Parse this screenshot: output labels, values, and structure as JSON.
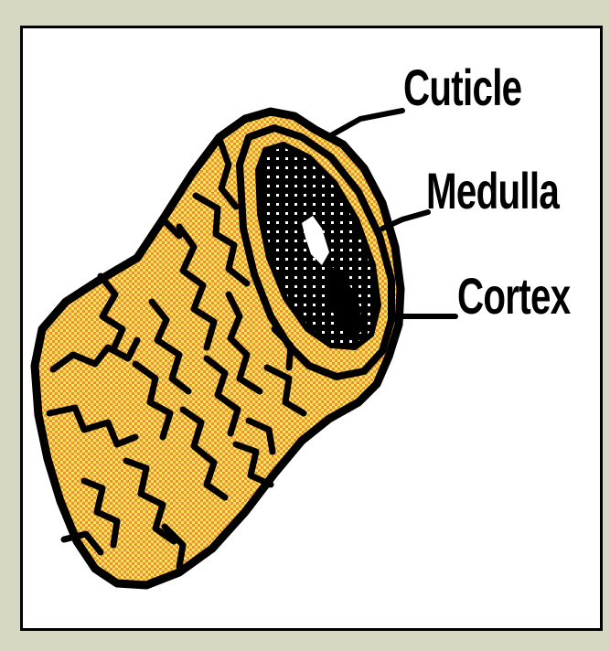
{
  "diagram": {
    "labels": {
      "cuticle": "Cuticle",
      "medulla": "Medulla",
      "cortex": "Cortex"
    },
    "colors": {
      "background": "#d6d8c2",
      "frame": "#ffffff",
      "cortex_fill": "#f0913a",
      "cortex_dots": "#f8e35a",
      "medulla_fill": "#000000",
      "outline": "#000000"
    }
  }
}
